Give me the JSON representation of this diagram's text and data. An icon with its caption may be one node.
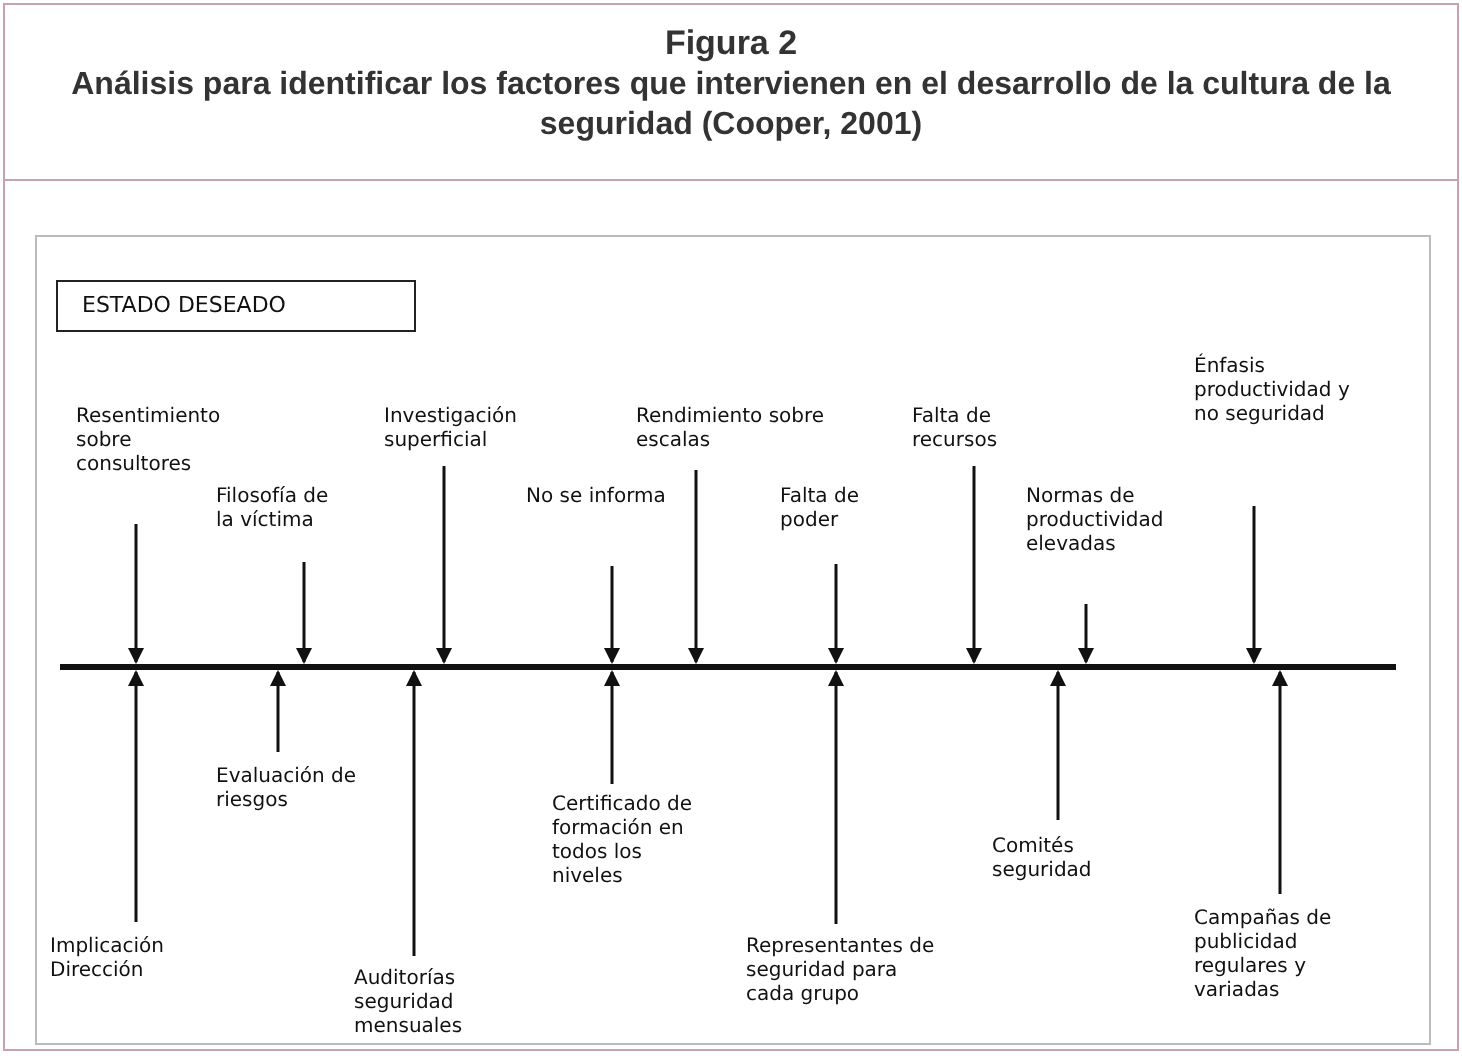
{
  "diagram": {
    "title": "Figura 2",
    "labels": [
      "Análisis para identificar los factores que intervienen en el desarrollo de la cultura de la seguridad (Cooper, 2001)"
    ],
    "nodes": [
      {
        "text": [
          "ESTADO DESEADO"
        ]
      },
      {
        "text": [
          "Resentimiento sobre consultores"
        ]
      },
      {
        "text": [
          "Filosofía de la víctima"
        ]
      },
      {
        "text": [
          "Investigación superficial"
        ]
      },
      {
        "text": [
          "No se informa"
        ]
      },
      {
        "text": [
          "Rendimiento sobre escalas"
        ]
      },
      {
        "text": [
          "Falta de poder"
        ]
      },
      {
        "text": [
          "Falta de recursos"
        ]
      },
      {
        "text": [
          "Normas de productividad elevadas"
        ]
      },
      {
        "text": [
          "Énfasis productividad y no seguridad"
        ]
      },
      {
        "text": [],
        "shape": "bar"
      },
      {
        "text": [
          "Implicación Dirección"
        ]
      },
      {
        "text": [
          "Evaluación de riesgos"
        ]
      },
      {
        "text": [
          "Auditorías seguridad mensuales"
        ]
      },
      {
        "text": [
          "Certificado de formación en todos los niveles"
        ]
      },
      {
        "text": [
          "Representantes de seguridad para cada grupo"
        ]
      },
      {
        "text": [
          "Comités seguridad"
        ]
      },
      {
        "text": [
          "Campañas de publicidad regulares y variadas"
        ]
      }
    ],
    "edges": [
      {
        "from": 1,
        "to": 10,
        "arrow": "to"
      },
      {
        "from": 2,
        "to": 10,
        "arrow": "to"
      },
      {
        "from": 3,
        "to": 10,
        "arrow": "to"
      },
      {
        "from": 4,
        "to": 10,
        "arrow": "to"
      },
      {
        "from": 5,
        "to": 10,
        "arrow": "to"
      },
      {
        "from": 6,
        "to": 10,
        "arrow": "to"
      },
      {
        "from": 7,
        "to": 10,
        "arrow": "to"
      },
      {
        "from": 8,
        "to": 10,
        "arrow": "to"
      },
      {
        "from": 9,
        "to": 10,
        "arrow": "to"
      },
      {
        "from": 11,
        "to": 10,
        "arrow": "to"
      },
      {
        "from": 12,
        "to": 10,
        "arrow": "to"
      },
      {
        "from": 13,
        "to": 10,
        "arrow": "to"
      },
      {
        "from": 14,
        "to": 10,
        "arrow": "to"
      },
      {
        "from": 15,
        "to": 10,
        "arrow": "to"
      },
      {
        "from": 16,
        "to": 10,
        "arrow": "to"
      },
      {
        "from": 17,
        "to": 10,
        "arrow": "to"
      }
    ]
  }
}
